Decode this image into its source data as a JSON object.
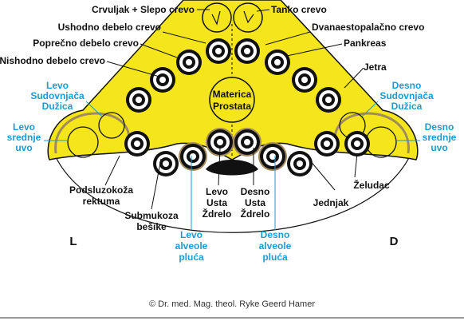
{
  "labels": {
    "crvuljak": "Crvuljak + Slepo crevo",
    "tanko": "Tanko crevo",
    "ushodno": "Ushodno debelo crevo",
    "dvanaest": "Dvanaestopalačno crevo",
    "poprecno": "Poprečno debelo crevo",
    "pankreas": "Pankreas",
    "nishodno": "Nishodno debelo crevo",
    "jetra": "Jetra",
    "materica_line1": "Materica",
    "materica_line2": "Prostata",
    "podsluzokoza_line1": "Podsluzokoža",
    "podsluzokoza_line2": "rektuma",
    "submukoza_line1": "Submukoza",
    "submukoza_line2": "bešike",
    "levo_usta_line1": "Levo",
    "levo_usta_line2": "Usta",
    "levo_usta_line3": "Ždrelo",
    "desno_usta_line1": "Desno",
    "desno_usta_line2": "Usta",
    "desno_usta_line3": "Ždrelo",
    "jednjak": "Jednjak",
    "zeludac": "Želudac",
    "side_left": "L",
    "side_right": "D"
  },
  "blue_labels": {
    "levo_sud_line1": "Levo",
    "levo_sud_line2": "Sudovnjača",
    "levo_sud_line3": "Dužica",
    "desno_sud_line1": "Desno",
    "desno_sud_line2": "Sudovnjača",
    "desno_sud_line3": "Dužica",
    "levo_uvo_line1": "Levo",
    "levo_uvo_line2": "srednje",
    "levo_uvo_line3": "uvo",
    "desno_uvo_line1": "Desno",
    "desno_uvo_line2": "srednje",
    "desno_uvo_line3": "uvo",
    "levo_alv_line1": "Levo",
    "levo_alv_line2": "alveole",
    "levo_alv_line3": "pluća",
    "desno_alv_line1": "Desno",
    "desno_alv_line2": "alveole",
    "desno_alv_line3": "pluća"
  },
  "copyright": "© Dr. med. Mag. theol. Ryke Geerd Hamer",
  "colors": {
    "yellow": "#f5e61b",
    "ring_tan": "#a08a5e",
    "blue": "#1e9bd0"
  }
}
